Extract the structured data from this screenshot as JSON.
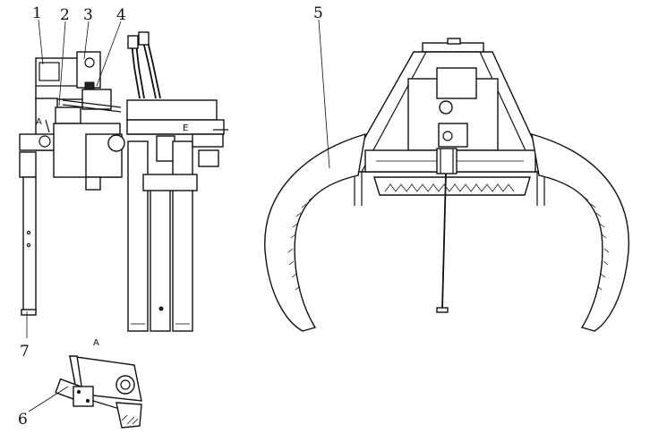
{
  "callouts": {
    "c1": "1",
    "c2": "2",
    "c3": "3",
    "c4": "4",
    "c5": "5",
    "c6": "6",
    "c7": "7"
  },
  "view_labels": {
    "section_marker": "A",
    "detail_title": "A"
  },
  "plate_marker": "E"
}
